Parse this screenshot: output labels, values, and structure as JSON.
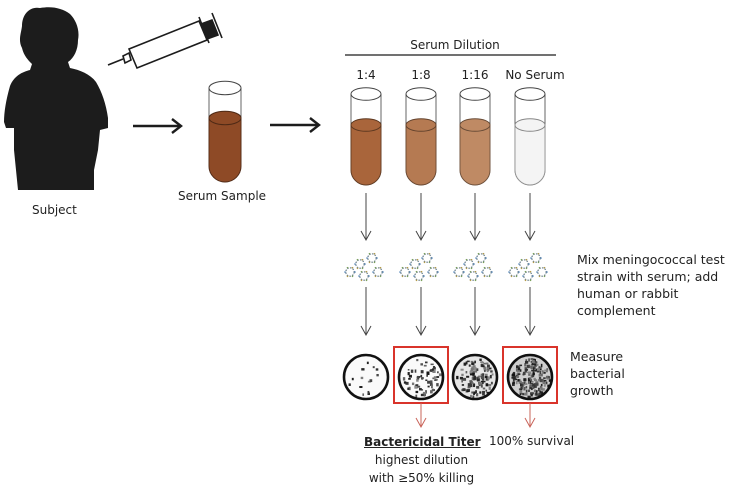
{
  "subject": {
    "label": "Subject"
  },
  "serum_sample": {
    "label": "Serum Sample"
  },
  "dilution": {
    "title": "Serum Dilution",
    "tubes": [
      {
        "label": "1:4",
        "color": "#a9653b"
      },
      {
        "label": "1:8",
        "color": "#b57a52"
      },
      {
        "label": "1:16",
        "color": "#bf8a64"
      },
      {
        "label": "No Serum",
        "color": "#f4f4f4"
      }
    ]
  },
  "sample_color": "#8e4a26",
  "mix_step": {
    "text": [
      "Mix meningococcal test",
      "strain with serum; add",
      "human or rabbit",
      "complement"
    ]
  },
  "measure_step": {
    "text": [
      "Measure",
      "bacterial",
      "growth"
    ]
  },
  "plates": [
    {
      "growth": "low"
    },
    {
      "growth": "medium",
      "highlighted": true
    },
    {
      "growth": "high"
    },
    {
      "growth": "full",
      "highlighted": true
    }
  ],
  "highlight_color": "#d9342b",
  "results": {
    "titer_title": "Bactericidal Titer",
    "titer_desc_1": "highest dilution",
    "titer_desc_2": "with ≥50% killing",
    "survival": "100% survival"
  }
}
